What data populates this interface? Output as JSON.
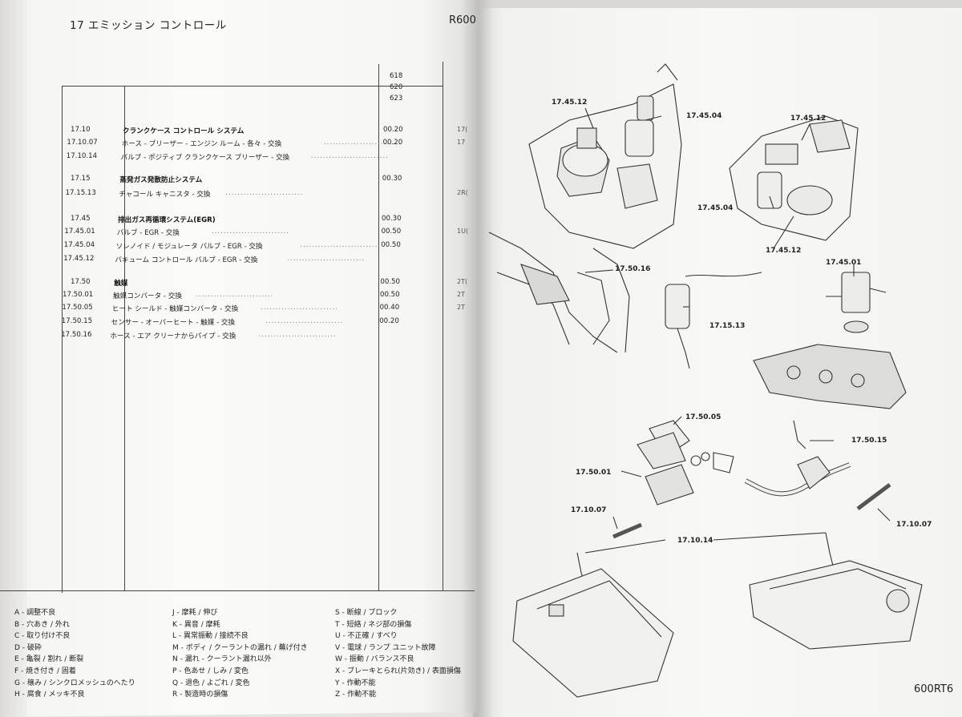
{
  "header": {
    "title": "17 エミッション コントロール",
    "model": "R600"
  },
  "model_codes": [
    "618",
    "620",
    "623"
  ],
  "sections": [
    {
      "code": "17.10",
      "label": "クランクケース コントロール システム",
      "time": "00.20",
      "ref": "17("
    },
    {
      "code": "17.10.07",
      "label": "ホース - ブリーザー - エンジン ルーム - 各々 - 交換",
      "time": "00.20",
      "ref": "17"
    },
    {
      "code": "17.10.14",
      "label": "バルブ - ポジティブ クランクケース ブリーザー - 交換",
      "time": "",
      "ref": ""
    },
    {
      "code": "17.15",
      "label": "蒸発ガス発散防止システム",
      "time": "00.30",
      "ref": ""
    },
    {
      "code": "17.15.13",
      "label": "チャコール キャニスタ - 交換",
      "time": "",
      "ref": "2R("
    },
    {
      "code": "17.45",
      "label": "排出ガス再循環システム(EGR)",
      "time": "00.30",
      "ref": ""
    },
    {
      "code": "17.45.01",
      "label": "バルブ - EGR - 交換",
      "time": "00.50",
      "ref": "1U("
    },
    {
      "code": "17.45.04",
      "label": "ソレノイド / モジュレータ バルブ - EGR - 交換",
      "time": "00.50",
      "ref": ""
    },
    {
      "code": "17.45.12",
      "label": "バキューム コントロール バルブ - EGR - 交換",
      "time": "",
      "ref": ""
    },
    {
      "code": "17.50",
      "label": "触媒",
      "time": "00.50",
      "ref": "2T("
    },
    {
      "code": "17.50.01",
      "label": "触媒コンバータ - 交換",
      "time": "00.50",
      "ref": "2T"
    },
    {
      "code": "17.50.05",
      "label": "ヒート シールド - 触媒コンバータ - 交換",
      "time": "00.40",
      "ref": "2T"
    },
    {
      "code": "17.50.15",
      "label": "センサー - オーバーヒート - 触媒 - 交換",
      "time": "00.20",
      "ref": ""
    },
    {
      "code": "17.50.16",
      "label": "ホース - エア クリーナからパイプ - 交換",
      "time": "",
      "ref": ""
    }
  ],
  "legend": {
    "col1": [
      "A - 調整不良",
      "B - 穴あき / 外れ",
      "C - 取り付け不良",
      "D - 破砕",
      "E - 亀裂 / 割れ / 断裂",
      "F - 焼き付き / 固着",
      "G - 穣み / シンクロメッシュのへたり",
      "H - 腐食 / メッキ不良"
    ],
    "col2": [
      "J - 摩耗 / 伸び",
      "K - 異音 / 摩耗",
      "L - 異常振動 / 接続不良",
      "M - ボディ / クーラントの漏れ / 蕪げ付き",
      "N - 漏れ - クーラント漏れ以外",
      "P - 色あせ / しみ / 変色",
      "Q - 退色 / よごれ / 変色",
      "R - 製造時の損傷"
    ],
    "col3": [
      "S - 断線 / ブロック",
      "T - 短絡 / ネジ部の損傷",
      "U - 不正確 / すべり",
      "V - 電球 / ランプ ユニット故障",
      "W - 振動 / バランス不良",
      "X - ブレーキとられ(片効き) / 表面損傷",
      "Y - 作動不能",
      "Z - 作動不能"
    ]
  },
  "callouts": [
    {
      "id": "c1",
      "text": "17.45.12"
    },
    {
      "id": "c2",
      "text": "17.45.04"
    },
    {
      "id": "c3",
      "text": "17.45.12"
    },
    {
      "id": "c4",
      "text": "17.45.04"
    },
    {
      "id": "c5",
      "text": "17.45.12"
    },
    {
      "id": "c6",
      "text": "17.45.01"
    },
    {
      "id": "c7",
      "text": "17.50.16"
    },
    {
      "id": "c8",
      "text": "17.15.13"
    },
    {
      "id": "c9",
      "text": "17.50.05"
    },
    {
      "id": "c10",
      "text": "17.50.15"
    },
    {
      "id": "c11",
      "text": "17.50.01"
    },
    {
      "id": "c12",
      "text": "17.10.07"
    },
    {
      "id": "c13",
      "text": "17.10.07"
    },
    {
      "id": "c14",
      "text": "17.10.14"
    }
  ],
  "footer": "600RT6"
}
